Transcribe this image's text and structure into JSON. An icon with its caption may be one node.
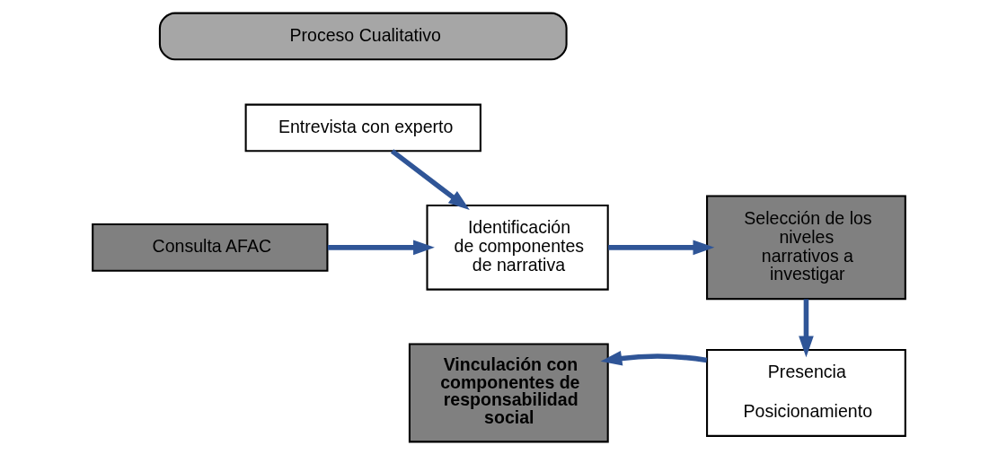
{
  "diagram": {
    "nodes": [
      {
        "text": [
          "Proceso Cualitativo"
        ]
      },
      {
        "text": [
          "Entrevista con experto"
        ]
      },
      {
        "text": [
          "Consulta AFAC"
        ]
      },
      {
        "text": [
          "Identificación de componentes de narrativa"
        ]
      },
      {
        "text": [
          "Selección de los niveles narrativos a investigar"
        ]
      },
      {
        "text": [
          "Presencia",
          "Posicionamiento"
        ]
      },
      {
        "text": [
          "Vinculación con componentes de responsabilidad social"
        ]
      }
    ],
    "edges": [
      {
        "from": 1,
        "to": 3,
        "arrow": "to"
      },
      {
        "from": 2,
        "to": 3,
        "arrow": "to"
      },
      {
        "from": 3,
        "to": 4,
        "arrow": "to"
      },
      {
        "from": 4,
        "to": 5,
        "arrow": "to"
      },
      {
        "from": 5,
        "to": 6,
        "arrow": "to"
      }
    ]
  }
}
